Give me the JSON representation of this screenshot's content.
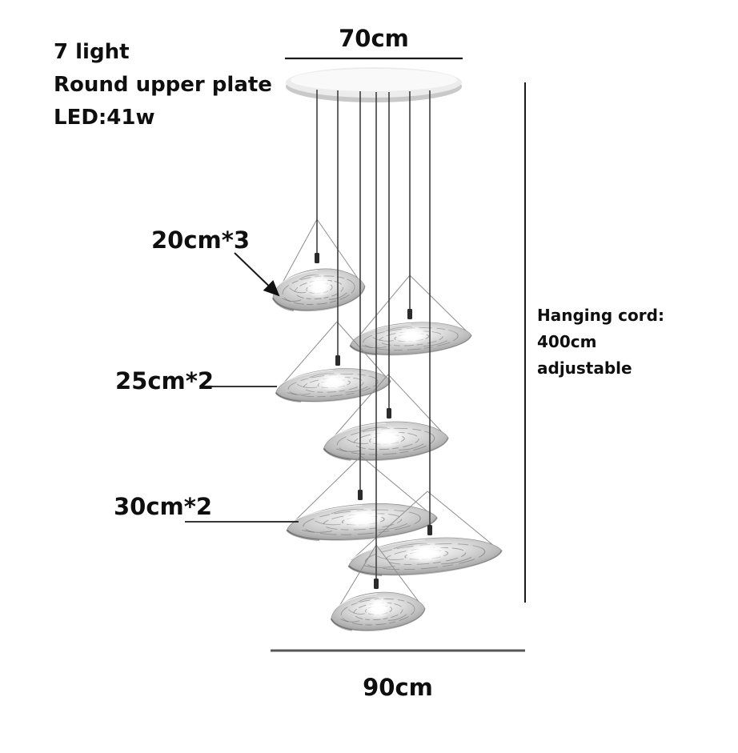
{
  "spec": {
    "lights": "7 light",
    "plate_type": "Round upper plate",
    "led_power": "LED:41w"
  },
  "dimensions": {
    "plate_width": "70cm",
    "small_shades": "20cm*3",
    "medium_shades": "25cm*2",
    "large_shades": "30cm*2",
    "overall_width": "90cm"
  },
  "hanging_cord_note": {
    "line1": "Hanging cord:",
    "line2": "400cm",
    "line3": "adjustable"
  },
  "chandelier": {
    "shade_count": 7,
    "cord_count": 7
  },
  "colors": {
    "text": "#0f0f0f",
    "dimension_line": "#1a1a1a",
    "overall_width_line": "#575757",
    "cord": "#3f3f3f",
    "plate_fill": "#dcdcdc",
    "shade_silver": "#c0c0c0"
  }
}
